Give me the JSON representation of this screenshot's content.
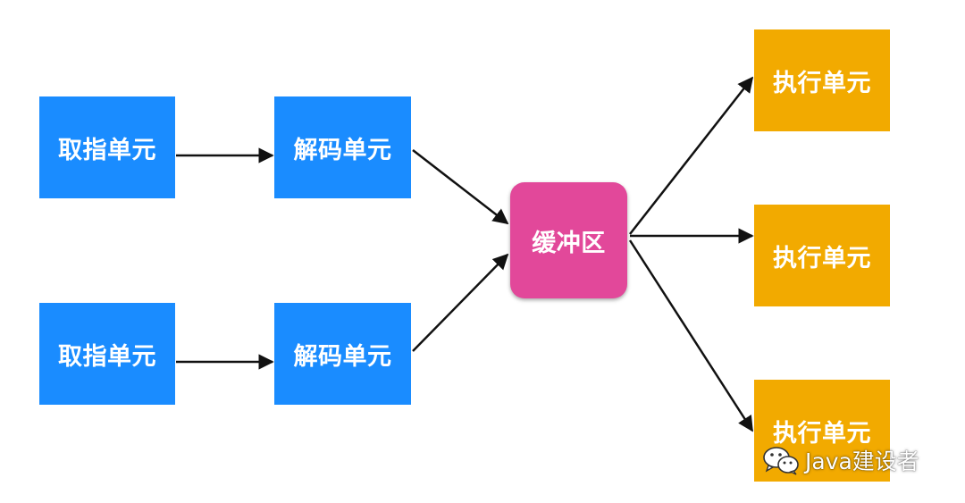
{
  "diagram": {
    "nodes": {
      "fetch_1": "取指单元",
      "fetch_2": "取指单元",
      "decode_1": "解码单元",
      "decode_2": "解码单元",
      "buffer": "缓冲区",
      "exec_1": "执行单元",
      "exec_2": "执行单元",
      "exec_3": "执行单元"
    },
    "edges": [
      {
        "from": "fetch_1",
        "to": "decode_1"
      },
      {
        "from": "fetch_2",
        "to": "decode_2"
      },
      {
        "from": "decode_1",
        "to": "buffer"
      },
      {
        "from": "decode_2",
        "to": "buffer"
      },
      {
        "from": "buffer",
        "to": "exec_1"
      },
      {
        "from": "buffer",
        "to": "exec_2"
      },
      {
        "from": "buffer",
        "to": "exec_3"
      }
    ],
    "colors": {
      "fetch_decode": "#1a8cff",
      "buffer": "#e2489a",
      "exec": "#f2aa00",
      "edge": "#111111"
    }
  },
  "watermark": {
    "icon": "wechat-icon",
    "text": "Java建设者"
  }
}
